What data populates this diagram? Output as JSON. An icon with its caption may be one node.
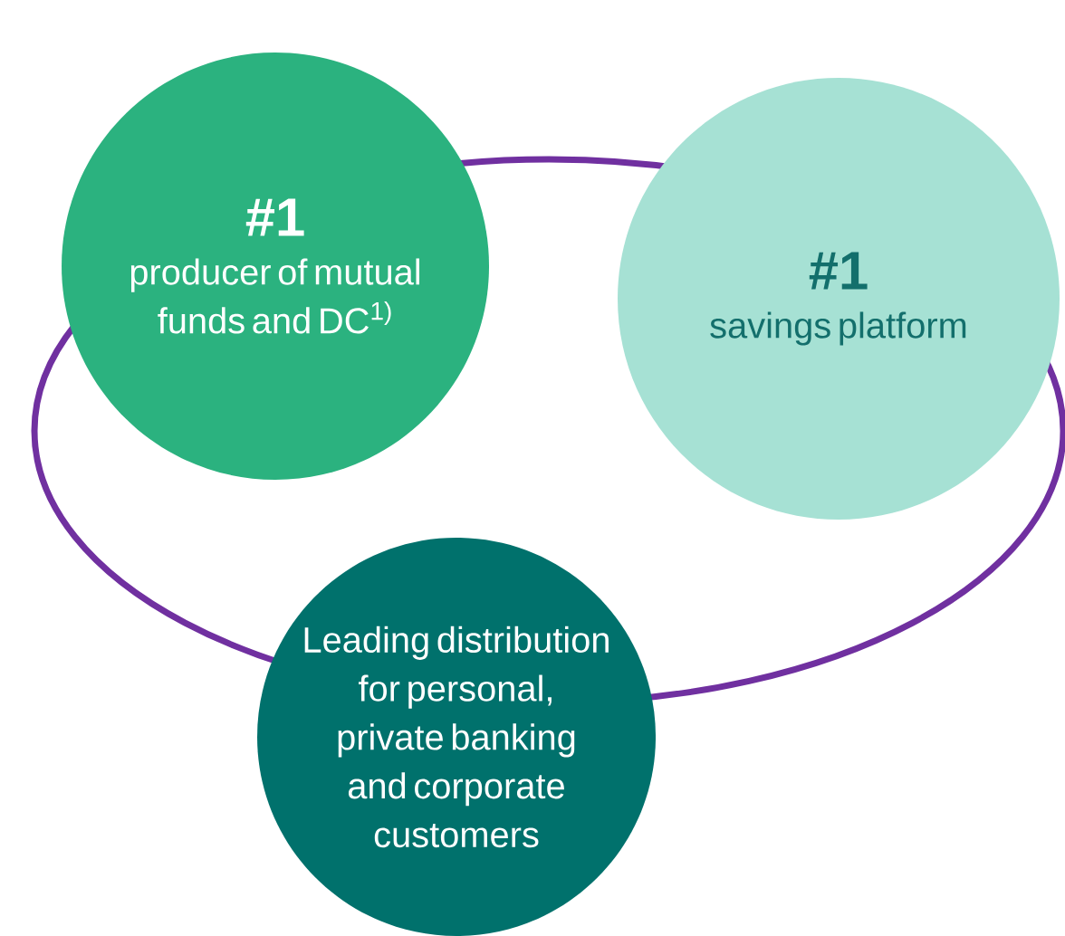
{
  "diagram": {
    "nodes": [
      {
        "text": [
          "#1",
          "producer of mutual funds and DC$^{1)}$"
        ]
      },
      {
        "text": [
          "#1",
          "savings platform"
        ]
      },
      {
        "text": [
          "Leading distribution for personal, private banking and corporate customers"
        ]
      }
    ]
  }
}
